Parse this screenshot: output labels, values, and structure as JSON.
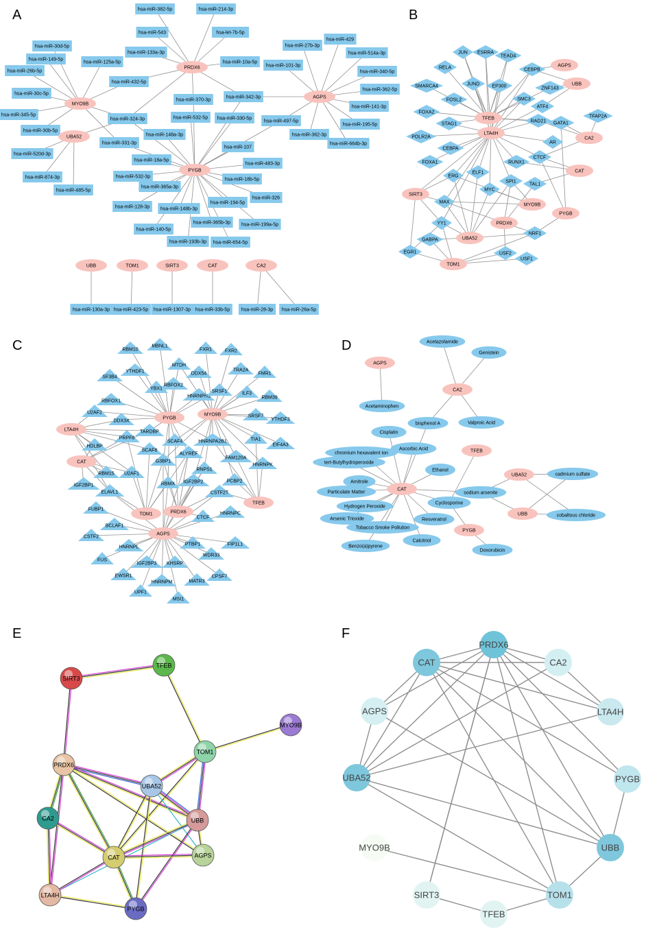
{
  "panels": [
    "A",
    "B",
    "C",
    "D",
    "E",
    "F"
  ],
  "panel_a": {
    "genes": [
      "PRDX6",
      "MYO9B",
      "UBA52",
      "PYGB",
      "AGPS",
      "UBB",
      "TOM1",
      "SIRT3",
      "CAT",
      "CA2"
    ],
    "mirnas": [
      "hsa-miR-382-5p",
      "hsa-miR-214-3p",
      "hsa-miR-543",
      "hsa-let-7b-5p",
      "hsa-miR-133a-3p",
      "hsa-miR-10a-5p",
      "hsa-miR-432-5p",
      "hsa-miR-30d-5p",
      "hsa-miR-149-5p",
      "hsa-miR-125a-5p",
      "hsa-miR-26b-5p",
      "hsa-miR-30c-5p",
      "hsa-miR-345-5p",
      "hsa-miR-30b-5p",
      "hsa-miR-324-3p",
      "hsa-miR-331-3p",
      "hsa-miR-520d-3p",
      "hsa-miR-874-3p",
      "hsa-miR-485-5p",
      "hsa-miR-370-3p",
      "hsa-miR-532-5p",
      "hsa-miR-148a-3p",
      "hsa-miR-330-5p",
      "hsa-miR-342-3p",
      "hsa-miR-18a-5p",
      "hsa-miR-532-3p",
      "hsa-miR-365a-3p",
      "hsa-miR-128-3p",
      "hsa-miR-148b-3p",
      "hsa-miR-140-5p",
      "hsa-miR-193b-3p",
      "hsa-miR-107",
      "hsa-miR-483-3p",
      "hsa-miR-18b-5p",
      "hsa-miR-326",
      "hsa-miR-194-5p",
      "hsa-miR-365b-3p",
      "hsa-miR-199a-5p",
      "hsa-miR-654-5p",
      "hsa-miR-27b-3p",
      "hsa-miR-429",
      "hsa-miR-101-3p",
      "hsa-miR-514a-3p",
      "hsa-miR-340-5p",
      "hsa-miR-362-5p",
      "hsa-miR-141-3p",
      "hsa-miR-195-5p",
      "hsa-miR-497-5p",
      "hsa-miR-362-3p",
      "hsa-miR-664b-3p",
      "hsa-miR-130a-3p",
      "hsa-miR-423-5p",
      "hsa-miR-1307-3p",
      "hsa-miR-33b-5p",
      "hsa-miR-28-3p",
      "hsa-miR-26a-5p"
    ]
  },
  "panel_b": {
    "genes": [
      "AGPS",
      "UBB",
      "TFEB",
      "LTA4H",
      "CA2",
      "CAT",
      "SIRT3",
      "MYO9B",
      "PYGB",
      "PRDX6",
      "UBA52",
      "TOM1"
    ],
    "tfs": [
      "JUN",
      "ESRRA",
      "TEAD4",
      "RELA",
      "CEBPB",
      "JUND",
      "EP300",
      "SMARCA4",
      "ZNF143",
      "FOSL2",
      "SMC3",
      "ATF4",
      "FOXA2",
      "STAG1",
      "RAD21",
      "GATA1",
      "TFAP2A",
      "POLR2A",
      "AR",
      "CEBPA",
      "RUNX1",
      "CTCF",
      "FOXA1",
      "ELF1",
      "ERG",
      "MYC",
      "SPI1",
      "TAL1",
      "MAX",
      "YY1",
      "GABPA",
      "NRF1",
      "EGR1",
      "USF2",
      "USF1"
    ]
  },
  "panel_c": {
    "genes": [
      "PYGB",
      "MYO9B",
      "LTA4H",
      "CAT",
      "TOM1",
      "PRDX6",
      "AGPS",
      "TFEB"
    ],
    "rbps": [
      "RBM10",
      "MBNL1",
      "FXR1",
      "FXR2",
      "SF3B4",
      "YTHDF1",
      "MTDH",
      "DDX54",
      "TRA2A",
      "FMR1",
      "RBFOX2",
      "YBX1",
      "HNRNPH1",
      "SRSF1",
      "ILF3",
      "RBM39",
      "RBFOX1",
      "U2AF2",
      "DDX3X",
      "TARDBP",
      "SRSF7",
      "YTHDF3",
      "SCAF4",
      "HNRNPA2B1",
      "TIA1",
      "EIF4A3",
      "HDLBP",
      "PRPF8",
      "SCAF8",
      "G3BP1",
      "ALYREF",
      "FAM120A",
      "HNRNPK",
      "RBM15",
      "U2AF1",
      "IGF2BP1",
      "RNPS1",
      "RBMX",
      "PCBP2",
      "ELAVL1",
      "IGF2BP2",
      "CSTF2T",
      "FUBP1",
      "HNRNPC",
      "BCLAF1",
      "CTCF",
      "CSTF2",
      "HNRNPL",
      "PTBP1",
      "FIP1L1",
      "FUS",
      "WDR33",
      "IGF2BP3",
      "KHSRP",
      "EWSR1",
      "CPSF7",
      "HNRNPM",
      "MATR3",
      "UPF1",
      "MSI1"
    ]
  },
  "panel_d": {
    "genes": [
      "AGPS",
      "CA2",
      "TFEB",
      "CAT",
      "UBA52",
      "UBB",
      "PYGB"
    ],
    "chemicals": [
      "Acetazolamide",
      "Genistein",
      "Acetaminophen",
      "bisphenol A",
      "Valproic Acid",
      "Cisplatin",
      "Ascorbic Acid",
      "chromium hexavalent ion",
      "tert-Butylhydroperoxide",
      "Ethanol",
      "Amitrole",
      "Particulate Matter",
      "Hydrogen Peroxide",
      "Arsenic Trioxide",
      "Tobacco Smoke Pollution",
      "Benzo(a)pyrene",
      "Resveratrol",
      "Calcitriol",
      "Cyclosporine",
      "sodium arsenite",
      "cadmium sulfate",
      "cobaltous chloride",
      "Doxorubicin"
    ]
  },
  "panel_e": {
    "nodes": [
      "SIRT3",
      "TFEB",
      "MYO9B",
      "TOM1",
      "PRDX6",
      "UBA52",
      "UBB",
      "CA2",
      "CAT",
      "AGPS",
      "LTA4H",
      "PYGB"
    ]
  },
  "panel_f": {
    "nodes": [
      "PRDX6",
      "CAT",
      "CA2",
      "AGPS",
      "LTA4H",
      "UBA52",
      "PYGB",
      "MYO9B",
      "UBB",
      "SIRT3",
      "TFEB",
      "TOM1"
    ]
  },
  "colors": {
    "gene_pink": "#f9c3bd",
    "target_blue": "#86c9ec",
    "edge_gray": "#8f8f8f"
  }
}
